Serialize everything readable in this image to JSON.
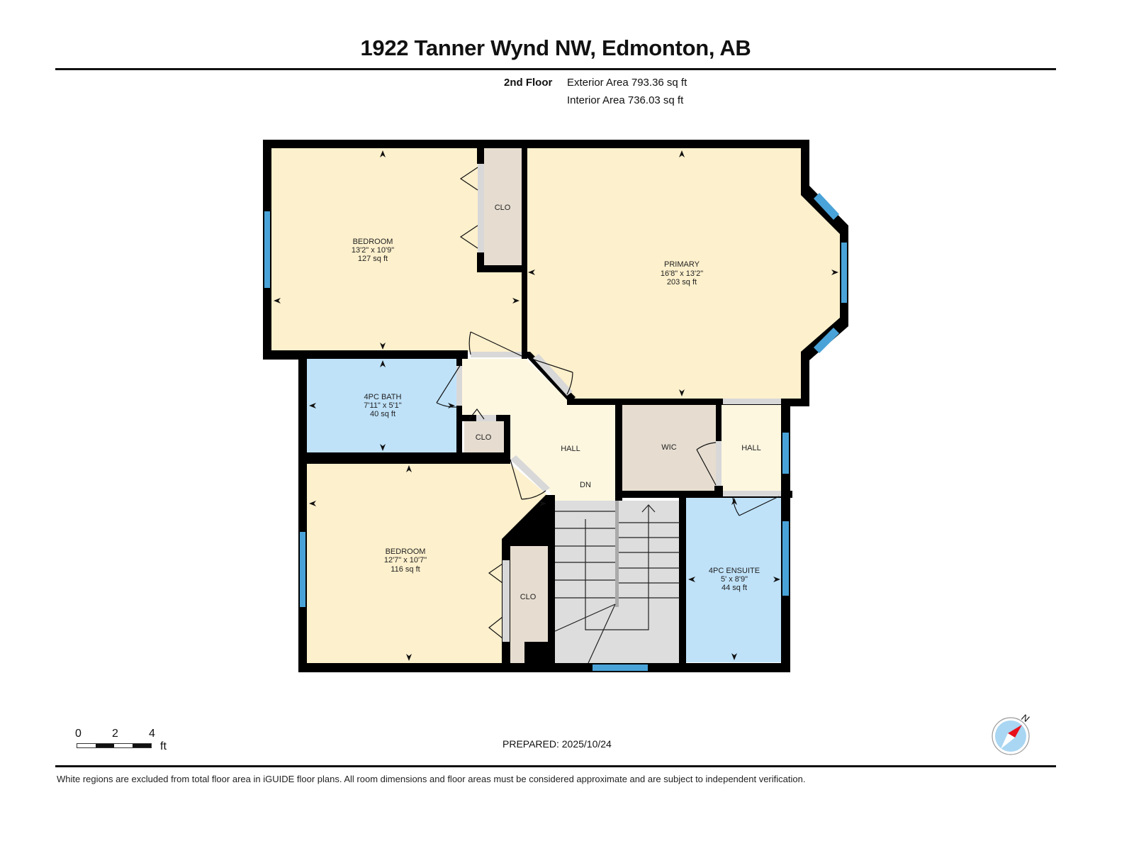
{
  "header": {
    "title": "1922 Tanner Wynd NW, Edmonton, AB",
    "floor_label": "2nd Floor",
    "exterior_area": "Exterior Area 793.36 sq ft",
    "interior_area": "Interior Area 736.03 sq ft"
  },
  "colors": {
    "wall": "#000000",
    "bedroom_fill": "#fdf0cc",
    "bath_fill": "#bfe2f9",
    "closet_fill": "#e6ddd0",
    "hall_fill": "#fef7e0",
    "stairs_fill": "#dddddd",
    "door_opening": "#d8d8d8",
    "window": "#4aa3d8",
    "compass_red": "#e8101a",
    "compass_face": "#a9d6f2"
  },
  "rooms": [
    {
      "id": "bedroom-1",
      "name": "BEDROOM",
      "dims": "13'2\" x 10'9\"",
      "area": "127 sq ft"
    },
    {
      "id": "primary",
      "name": "PRIMARY",
      "dims": "16'8\" x 13'2\"",
      "area": "203 sq ft"
    },
    {
      "id": "bath",
      "name": "4PC BATH",
      "dims": "7'11\" x 5'1\"",
      "area": "40 sq ft"
    },
    {
      "id": "bedroom-2",
      "name": "BEDROOM",
      "dims": "12'7\" x 10'7\"",
      "area": "116 sq ft"
    },
    {
      "id": "ensuite",
      "name": "4PC ENSUITE",
      "dims": "5' x 8'9\"",
      "area": "44 sq ft"
    }
  ],
  "labels": {
    "clo_top": "CLO",
    "clo_mid": "CLO",
    "clo_bottom": "CLO",
    "hall_main": "HALL",
    "hall_right": "HALL",
    "wic": "WIC",
    "dn": "DN"
  },
  "scale": {
    "ticks": [
      "0",
      "2",
      "4"
    ],
    "unit": "ft"
  },
  "compass": {
    "north_label": "N"
  },
  "footer": {
    "prepared": "PREPARED: 2025/10/24",
    "disclaimer": "White regions are excluded from total floor area in iGUIDE floor plans. All room dimensions and floor areas must be considered approximate and are subject to independent verification."
  }
}
